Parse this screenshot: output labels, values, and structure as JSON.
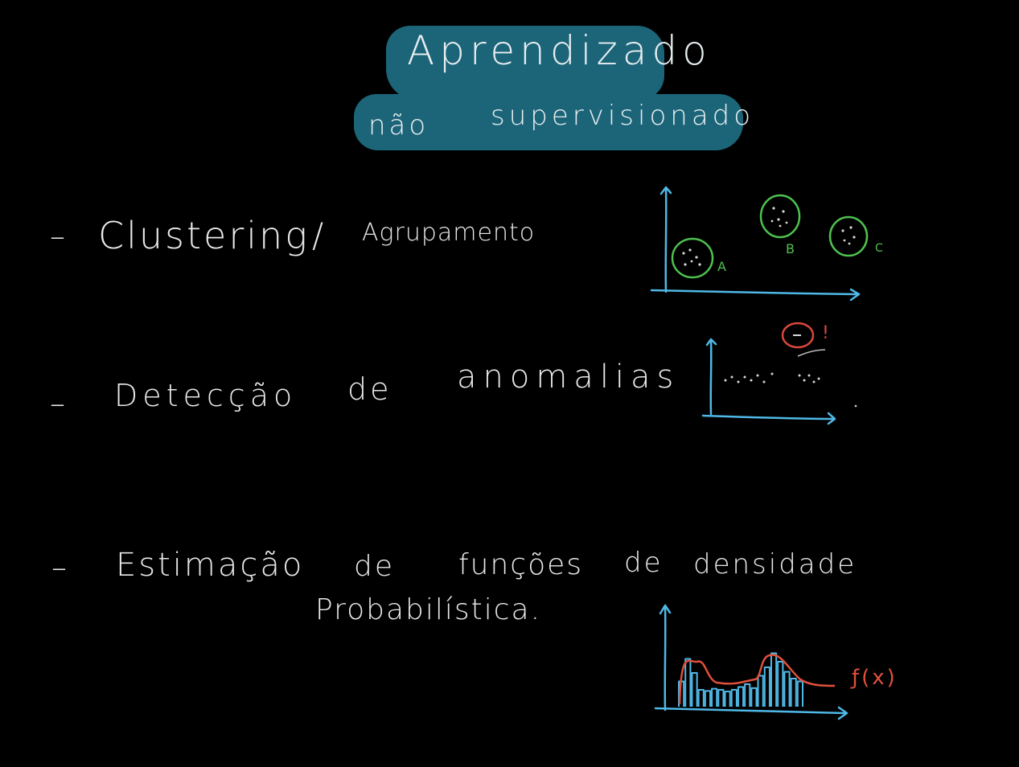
{
  "title": {
    "line1": "Aprendizado",
    "line2_left": "não",
    "line2_right": "supervisionado"
  },
  "items": [
    {
      "bullet": "–",
      "text": "Clustering",
      "separator": "/",
      "subtext": "Agrupamento"
    },
    {
      "bullet": "–",
      "text_a": "Detecção",
      "text_b": "de",
      "text_c": "anomalias"
    },
    {
      "bullet": "–",
      "text_a": "Estimação",
      "text_b": "de",
      "text_c": "funções",
      "text_d": "de",
      "text_e": "densidade",
      "line2": "Probabilística."
    }
  ],
  "sketches": {
    "clusters": {
      "labels": [
        "A",
        "B",
        "C"
      ]
    },
    "anomaly": {
      "mark": "!"
    },
    "density": {
      "label": "ƒ(x)",
      "bars": [
        0.45,
        0.85,
        0.6,
        0.3,
        0.28,
        0.32,
        0.3,
        0.27,
        0.3,
        0.35,
        0.4,
        0.33,
        0.55,
        0.7,
        0.95,
        0.8,
        0.62,
        0.5,
        0.45
      ]
    }
  },
  "colors": {
    "background": "#000000",
    "ink": "#e9e9e9",
    "title_fill": "#1c6478",
    "axis": "#4fb8e6",
    "cluster": "#4fc14f",
    "anomaly": "#d9483b",
    "density_curve": "#e0503c"
  }
}
